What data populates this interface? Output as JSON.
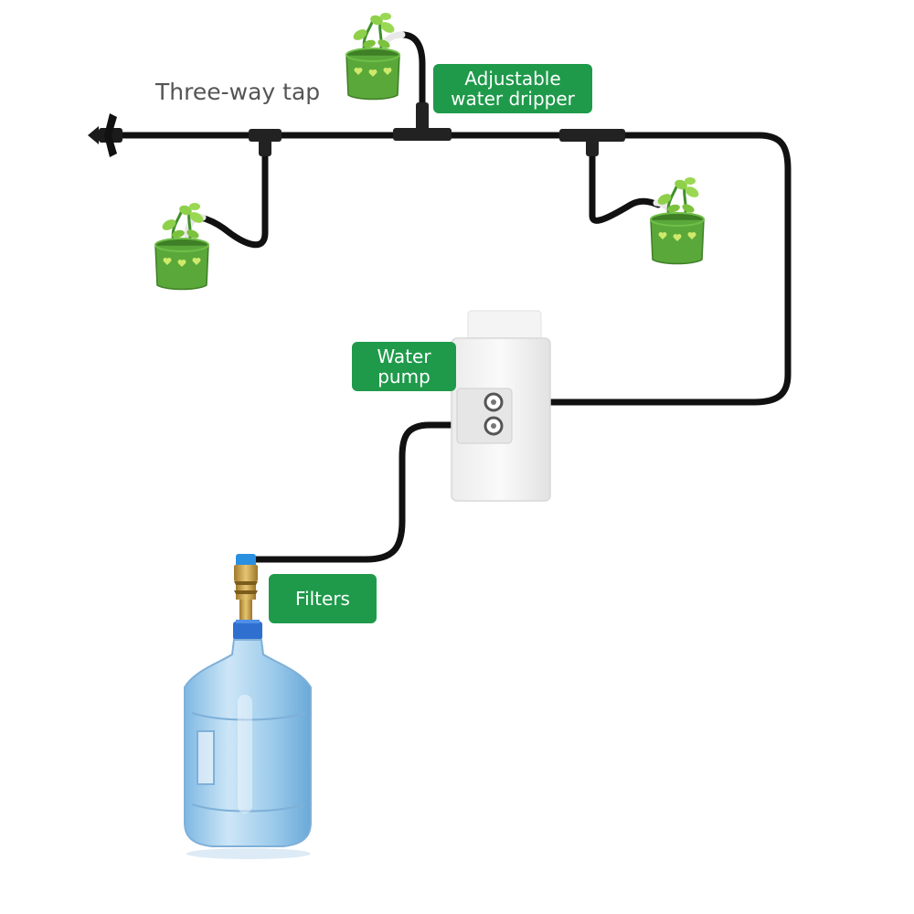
{
  "labels": {
    "three_way_tap": "Three-way tap",
    "dripper_line1": "Adjustable",
    "dripper_line2": "water dripper",
    "pump_line1": "Water",
    "pump_line2": "pump",
    "filters": "Filters"
  },
  "colors": {
    "label_background": "#1f9a4b",
    "label_text": "#ffffff",
    "tube": "#111111",
    "pot": "#5aa83a",
    "pump": "#f2f2f2",
    "bottle": "#a9d4ef",
    "bottle_cap": "#2f6fd0",
    "filter_brass": "#c9a349"
  },
  "icons": [
    "plant-pot-icon",
    "water-pump-icon",
    "water-bottle-icon",
    "filter-icon",
    "tap-icon"
  ]
}
